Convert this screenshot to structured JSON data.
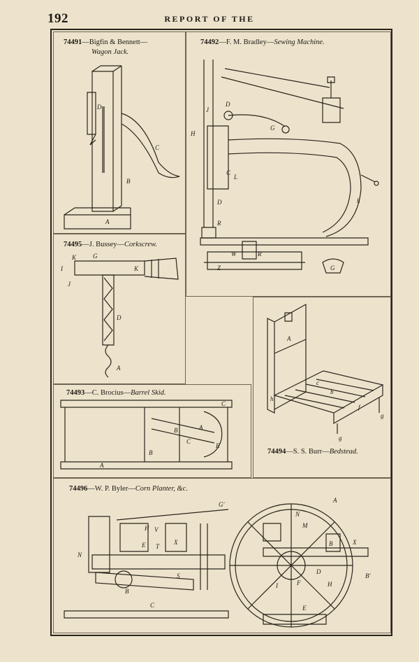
{
  "page": {
    "number": "192",
    "running_head": "REPORT OF THE"
  },
  "patents": [
    {
      "number": "74491",
      "inventor": "—Bigfin & Bennett—",
      "subject": "Wagon Jack.",
      "figure_letters": [
        "D",
        "C",
        "B",
        "A"
      ]
    },
    {
      "number": "74492",
      "inventor": "—F. M. Bradley—",
      "subject": "Sewing Machine.",
      "figure_letters": [
        "J",
        "D",
        "G",
        "H",
        "C",
        "L",
        "D",
        "R",
        "h",
        "W",
        "R",
        "Z",
        "G"
      ]
    },
    {
      "number": "74495",
      "inventor": "—J. Bussey—",
      "subject": "Corkscrew.",
      "figure_letters": [
        "K",
        "G",
        "I",
        "K",
        "J",
        "D",
        "A"
      ]
    },
    {
      "number": "74493",
      "inventor": "—C. Brocius—",
      "subject": "Barrel Skid.",
      "figure_letters": [
        "C",
        "B",
        "A",
        "C",
        "E",
        "B",
        "A"
      ]
    },
    {
      "number": "74494",
      "inventor": "—S. S. Burr—",
      "subject": "Bedstead.",
      "figure_letters": [
        "A",
        "c",
        "b",
        "h",
        "f",
        "g",
        "g"
      ]
    },
    {
      "number": "74496",
      "inventor": "—W. P. Byler—",
      "subject": "Corn Planter, &c.",
      "figure_letters": [
        "G'",
        "H",
        "V",
        "E",
        "T",
        "X",
        "N",
        "B",
        "S",
        "C",
        "A",
        "N",
        "M",
        "X",
        "B",
        "D",
        "I",
        "F",
        "H",
        "E",
        "B'"
      ]
    }
  ]
}
